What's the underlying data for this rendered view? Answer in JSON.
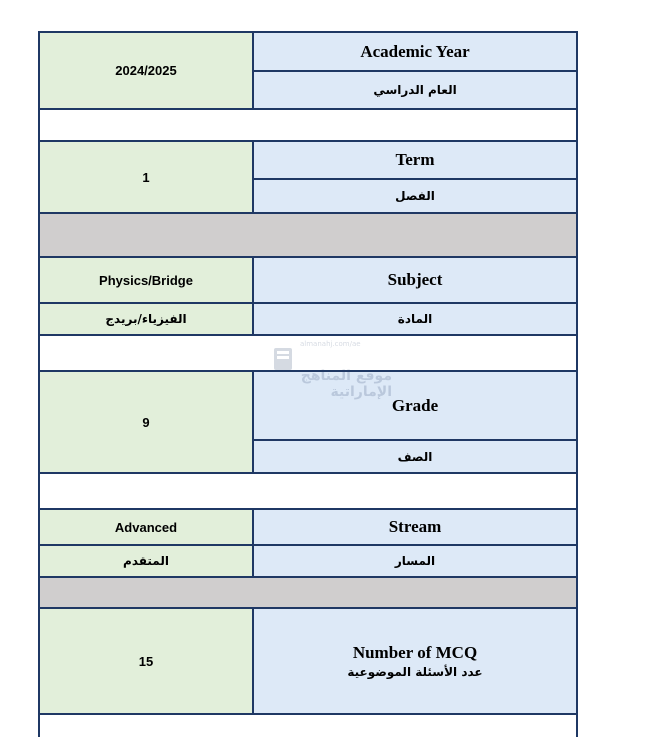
{
  "academic_year": {
    "value": "2024/2025",
    "label_en": "Academic Year",
    "label_ar": "العام الدراسي"
  },
  "term": {
    "value": "1",
    "label_en": "Term",
    "label_ar": "الفصل"
  },
  "subject": {
    "value_en": "Physics/Bridge",
    "value_ar": "الفيزياء/بريدج",
    "label_en": "Subject",
    "label_ar": "المادة"
  },
  "grade": {
    "value": "9",
    "label_en": "Grade",
    "label_ar": "الصف"
  },
  "stream": {
    "value_en": "Advanced",
    "value_ar": "المتقدم",
    "label_en": "Stream",
    "label_ar": "المسار"
  },
  "mcq": {
    "value": "15",
    "label_en": "Number of MCQ",
    "label_ar": "عدد الأسئلة الموضوعية"
  },
  "watermark": {
    "url": "almanahj.com/ae",
    "name": "موقع المناهج الإماراتية"
  },
  "colors": {
    "border": "#1f3864",
    "value_fill": "#e2efda",
    "label_fill": "#dde9f7",
    "separator_fill": "#d0cece"
  }
}
